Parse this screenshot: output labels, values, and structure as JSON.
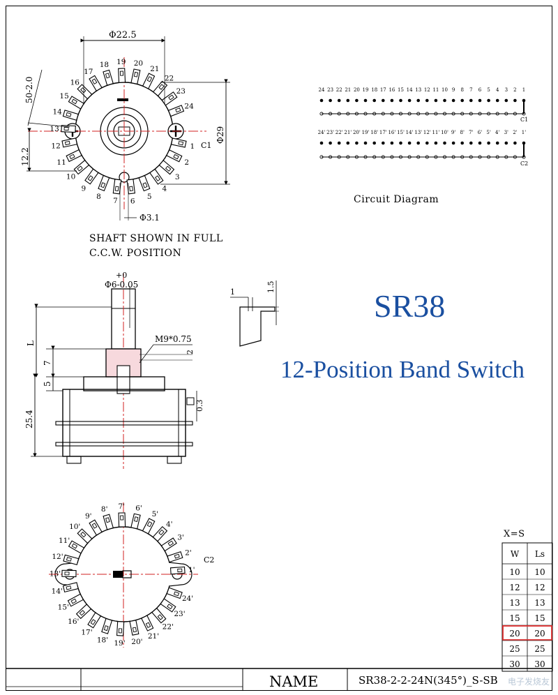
{
  "top_view": {
    "dim_diameter_outer": "Φ22.5",
    "dim_left_vertical": "50-2.0",
    "dim_left_lower": "12.2",
    "dim_right_vertical": "Φ29",
    "dim_shaft_hole": "Φ3.1",
    "common_label": "C1",
    "terminals": [
      "1",
      "2",
      "3",
      "4",
      "5",
      "6",
      "7",
      "8",
      "9",
      "10",
      "11",
      "12",
      "13",
      "14",
      "15",
      "16",
      "17",
      "18",
      "19",
      "20",
      "21",
      "22",
      "23",
      "24"
    ],
    "note_line1": "SHAFT SHOWN IN FULL",
    "note_line2": "C.C.W. POSITION"
  },
  "side_view": {
    "tol": "+0",
    "shaft_dim": "Φ6-0.05",
    "thread": "M9*0.75",
    "dim_L": "L",
    "dim_7": "7",
    "dim_5": "5",
    "dim_25_4": "25.4",
    "dim_2": "2",
    "dim_0_3": "0.3"
  },
  "detail": {
    "dim_1": "1",
    "dim_1_5": "1.5"
  },
  "bottom_view": {
    "common_label": "C2",
    "terminals": [
      "1'",
      "2'",
      "3'",
      "4'",
      "5'",
      "6'",
      "7'",
      "8'",
      "9'",
      "10'",
      "11'",
      "12'",
      "13'",
      "14'",
      "15'",
      "16'",
      "17'",
      "18'",
      "19'",
      "20'",
      "21'",
      "22'",
      "23'",
      "24'"
    ]
  },
  "circuit": {
    "caption": "Circuit Diagram",
    "row1_numbers": [
      "24",
      "23",
      "22",
      "21",
      "20",
      "19",
      "18",
      "17",
      "16",
      "15",
      "14",
      "13",
      "12",
      "11",
      "10",
      "9",
      "8",
      "7",
      "6",
      "5",
      "4",
      "3",
      "2",
      "1"
    ],
    "row2_numbers": [
      "24'",
      "23'",
      "22'",
      "21'",
      "20'",
      "19'",
      "18'",
      "17'",
      "16'",
      "15'",
      "14'",
      "13'",
      "12'",
      "11'",
      "10'",
      "9'",
      "8'",
      "7'",
      "6'",
      "5'",
      "4'",
      "3'",
      "2'",
      "1'"
    ],
    "c1": "C1",
    "c2": "C2"
  },
  "title": {
    "model": "SR38",
    "subtitle": "12-Position Band Switch"
  },
  "table": {
    "caption": "X=S",
    "headers": [
      "W",
      "Ls"
    ],
    "rows": [
      [
        "10",
        "10"
      ],
      [
        "12",
        "12"
      ],
      [
        "13",
        "13"
      ],
      [
        "15",
        "15"
      ],
      [
        "20",
        "20"
      ],
      [
        "25",
        "25"
      ],
      [
        "30",
        "30"
      ]
    ],
    "highlight_row_value": 20
  },
  "title_block": {
    "name_label": "NAME",
    "part_number": "SR38-2-2-24N(345°)_S-SB"
  },
  "watermark": "电子发烧友",
  "colors": {
    "ink": "#000000",
    "accent_blue": "#1a4fa0",
    "centerline_red": "#d22020",
    "highlight_red": "#e03030"
  }
}
